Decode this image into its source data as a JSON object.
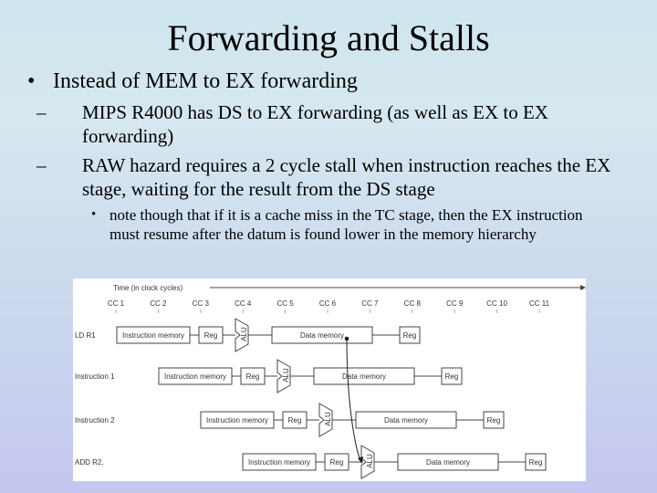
{
  "slide": {
    "title": "Forwarding and Stalls",
    "bullet1": "Instead of MEM to EX forwarding",
    "sub1": "MIPS R4000 has DS to EX forwarding (as well as EX to EX forwarding)",
    "sub2": "RAW hazard requires a 2 cycle stall when instruction reaches the EX stage, waiting for the result from the DS stage",
    "subsub1": "note though that if it is a cache miss in the TC stage, then the EX instruction must resume after the datum is found lower in the memory hierarchy"
  },
  "diagram": {
    "time_label": "Time (in clock cycles)",
    "cycles": [
      "CC 1",
      "CC 2",
      "CC 3",
      "CC 4",
      "CC 5",
      "CC 6",
      "CC 7",
      "CC 8",
      "CC 9",
      "CC 10",
      "CC 11"
    ],
    "rows": [
      {
        "label": "LD R1",
        "imem": "Instruction memory",
        "reg": "Reg",
        "alu": "ALU",
        "dmem": "Data memory",
        "reg2": "Reg"
      },
      {
        "label": "Instruction 1",
        "imem": "Instruction memory",
        "reg": "Reg",
        "alu": "ALU",
        "dmem": "Data memory",
        "reg2": "Reg"
      },
      {
        "label": "Instruction 2",
        "imem": "Instruction memory",
        "reg": "Reg",
        "alu": "ALU",
        "dmem": "Data memory",
        "reg2": "Reg"
      },
      {
        "label": "ADD R2,",
        "imem": "Instruction memory",
        "reg": "Reg",
        "alu": "ALU",
        "dmem": "Data memory",
        "reg2": "Reg"
      }
    ]
  },
  "colors": {
    "stroke": "#444444",
    "text": "#333333",
    "bg_top": "#cfe6ee",
    "bg_bottom": "#c4c6ef"
  }
}
